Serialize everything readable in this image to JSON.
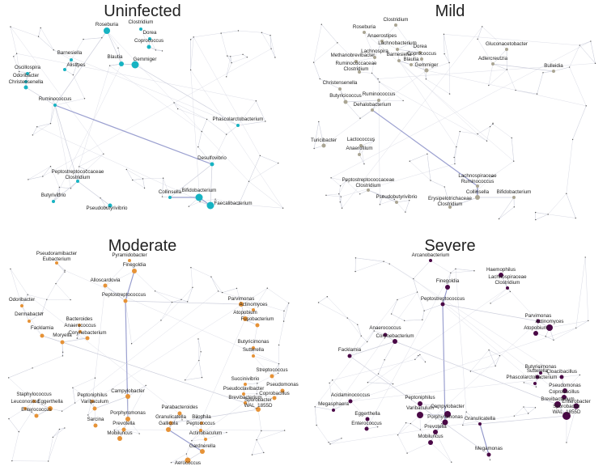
{
  "colors": {
    "uninfected": "#17b3c2",
    "mild": "#aaa593",
    "moderate": "#e69236",
    "severe": "#4a0846",
    "edge_light": "#c8cad8",
    "edge_strong": "#7a80c0",
    "dot": "#555555"
  },
  "panels": [
    {
      "id": "uninfected",
      "title": "Uninfected",
      "nodes": [
        {
          "id": "roseburia",
          "label": "Roseburia"
        },
        {
          "id": "clostridium",
          "label": "Clostridium"
        },
        {
          "id": "dorea",
          "label": "Dorea"
        },
        {
          "id": "coprococcus",
          "label": "Coprococcus"
        },
        {
          "id": "blautia",
          "label": "Blautia"
        },
        {
          "id": "gemmiger",
          "label": "Gemmiger"
        },
        {
          "id": "barnesiella",
          "label": "Barnesiella"
        },
        {
          "id": "alistipes",
          "label": "Alistipes"
        },
        {
          "id": "oscillospira",
          "label": "Oscillospira"
        },
        {
          "id": "odoribacter",
          "label": "Odoribacter"
        },
        {
          "id": "christensenella",
          "label": "Christensenella"
        },
        {
          "id": "ruminococcus",
          "label": "Ruminococcus"
        },
        {
          "id": "phascolarctobacterium",
          "label": "Phascolarctobacterium"
        },
        {
          "id": "desulfovibrio",
          "label": "Desulfovibrio"
        },
        {
          "id": "collinsella",
          "label": "Collinsella"
        },
        {
          "id": "bifidobacterium",
          "label": "Bifidobacterium"
        },
        {
          "id": "faecalibacterium",
          "label": "Faecalibacterium"
        },
        {
          "id": "pepto",
          "label": "Peptostreptococcaceae",
          "label2": "Clostridium"
        },
        {
          "id": "butyrivibrio",
          "label": "Butyrivibrio"
        },
        {
          "id": "pseudobutyrivibrio",
          "label": "Pseudobutyrivibrio"
        }
      ]
    },
    {
      "id": "mild",
      "title": "Mild",
      "nodes": [
        {
          "id": "clostridium",
          "label": "Clostridium"
        },
        {
          "id": "roseburia",
          "label": "Roseburia"
        },
        {
          "id": "anaerostipes",
          "label": "Anaerostipes"
        },
        {
          "id": "lachnobacterium",
          "label": "Lachnobacterium"
        },
        {
          "id": "dorea",
          "label": "Dorea"
        },
        {
          "id": "coprococcus",
          "label": "Coprococcus"
        },
        {
          "id": "gluconacetobacter",
          "label": "Gluconacetobacter"
        },
        {
          "id": "adlercreutzia",
          "label": "Adlercreutzia"
        },
        {
          "id": "methanobrevibacter",
          "label": "Methanobrevibacter"
        },
        {
          "id": "lachnospira",
          "label": "Lachnospira"
        },
        {
          "id": "barnesiella",
          "label": "Barnesiella"
        },
        {
          "id": "rumclos",
          "label": "Ruminococcaceae",
          "label2": "Clostridium"
        },
        {
          "id": "blautia",
          "label": "Blautia"
        },
        {
          "id": "gemmiger",
          "label": "Gemmiger"
        },
        {
          "id": "bulleidia",
          "label": "Bulleidia"
        },
        {
          "id": "christensenella",
          "label": "Christensenella"
        },
        {
          "id": "butyricicoccus",
          "label": "Butyricicoccus"
        },
        {
          "id": "ruminococcus",
          "label": "Ruminococcus"
        },
        {
          "id": "dehalobacterium",
          "label": "Dehalobacterium"
        },
        {
          "id": "turicibacter",
          "label": "Turicibacter"
        },
        {
          "id": "lactococcus",
          "label": "Lactococcus"
        },
        {
          "id": "anaerofilum",
          "label": "Anaerofilum"
        },
        {
          "id": "pepto",
          "label": "Peptostreptococcaceae",
          "label2": "Clostridium"
        },
        {
          "id": "lachrum",
          "label": "Lachnospiraceae",
          "label2": "Ruminococcus"
        },
        {
          "id": "collinsella",
          "label": "Collinsella"
        },
        {
          "id": "bifidobacterium",
          "label": "Bifidobacterium"
        },
        {
          "id": "pseudobutyrivibrio",
          "label": "Pseudobutyrivibrio"
        },
        {
          "id": "erysclos",
          "label": "Erysipelotrichaceae",
          "label2": "Clostridium"
        }
      ]
    },
    {
      "id": "moderate",
      "title": "Moderate",
      "nodes": [
        {
          "id": "pseudoramibacter",
          "label": "Pseudoramibacter",
          "label2": "Eubacterium"
        },
        {
          "id": "pyramidobacter",
          "label": "Pyramidobacter"
        },
        {
          "id": "finegoldia",
          "label": "Finegoldia"
        },
        {
          "id": "alloscardovia",
          "label": "Alloscardovia"
        },
        {
          "id": "peptostreptococcus",
          "label": "Peptostreptococcus"
        },
        {
          "id": "odoribacter",
          "label": "Odoribacter"
        },
        {
          "id": "bacteroides",
          "label": "Bacteroides"
        },
        {
          "id": "anaerococcus",
          "label": "Anaerococcus"
        },
        {
          "id": "corynebacterium",
          "label": "Corynebacterium"
        },
        {
          "id": "dermabacter",
          "label": "Dermabacter"
        },
        {
          "id": "facklamia",
          "label": "Facklamia"
        },
        {
          "id": "moryella",
          "label": "Moryella"
        },
        {
          "id": "parvimonas",
          "label": "Parvimonas"
        },
        {
          "id": "actinomyces",
          "label": "Actinomyces"
        },
        {
          "id": "atopobium",
          "label": "Atopobium"
        },
        {
          "id": "fusobacterium",
          "label": "Fusobacterium"
        },
        {
          "id": "butyricimonas",
          "label": "Butyricimonas"
        },
        {
          "id": "sutterella",
          "label": "Sutterella"
        },
        {
          "id": "streptococcus",
          "label": "Streptococcus"
        },
        {
          "id": "succinivibrio",
          "label": "Succinivibrio"
        },
        {
          "id": "pseudomonas",
          "label": "Pseudomonas"
        },
        {
          "id": "pseudoclavibacter",
          "label": "Pseudoclavibacter"
        },
        {
          "id": "coprobacillus",
          "label": "Coprobacillus"
        },
        {
          "id": "brevibacterium",
          "label": "Brevibacterium"
        },
        {
          "id": "sporobacter",
          "label": "Sporobacter",
          "label2": "WAL_1855D"
        },
        {
          "id": "staphylococcus",
          "label": "Staphylococcus"
        },
        {
          "id": "leuconostoc",
          "label": "Leuconostoc"
        },
        {
          "id": "eggerthella",
          "label": "Eggerthella"
        },
        {
          "id": "enterococcus",
          "label": "Enterococcus"
        },
        {
          "id": "peptoniphilus",
          "label": "Peptoniphilus"
        },
        {
          "id": "varibaculum",
          "label": "Varibaculum"
        },
        {
          "id": "campylobacter",
          "label": "Campylobacter"
        },
        {
          "id": "porphyromonas",
          "label": "Porphyromonas"
        },
        {
          "id": "sarcina",
          "label": "Sarcina"
        },
        {
          "id": "prevotella",
          "label": "Prevotella"
        },
        {
          "id": "mobiluncus",
          "label": "Mobiluncus"
        },
        {
          "id": "parabacteroides",
          "label": "Parabacteroides"
        },
        {
          "id": "granulicatella",
          "label": "Granulicatella"
        },
        {
          "id": "bilophila",
          "label": "Bilophila"
        },
        {
          "id": "gallicola",
          "label": "Gallicola"
        },
        {
          "id": "peptococcus",
          "label": "Peptococcus"
        },
        {
          "id": "actinobaculum",
          "label": "Actinobaculum"
        },
        {
          "id": "gardnerella",
          "label": "Gardnerella"
        },
        {
          "id": "aerococcus",
          "label": "Aerococcus"
        }
      ]
    },
    {
      "id": "severe",
      "title": "Severe",
      "nodes": [
        {
          "id": "arcanobacterium",
          "label": "Arcanobacterium"
        },
        {
          "id": "haemophilus",
          "label": "Haemophilus"
        },
        {
          "id": "finegoldia",
          "label": "Finegoldia"
        },
        {
          "id": "lachclos",
          "label": "Lachnospiraceae",
          "label2": "Clostridium"
        },
        {
          "id": "peptostreptococcus",
          "label": "Peptostreptococcus"
        },
        {
          "id": "parvimonas",
          "label": "Parvimonas"
        },
        {
          "id": "actinomyces",
          "label": "Actinomyces"
        },
        {
          "id": "atopobium",
          "label": "Atopobium"
        },
        {
          "id": "anaerococcus",
          "label": "Anaerococcus"
        },
        {
          "id": "corynebacterium",
          "label": "Corynebacterium"
        },
        {
          "id": "facklamia",
          "label": "Facklamia"
        },
        {
          "id": "butyricimonas",
          "label": "Butyricimonas"
        },
        {
          "id": "sutterella",
          "label": "Sutterella"
        },
        {
          "id": "cloacibacillus",
          "label": "Cloacibacillus"
        },
        {
          "id": "phascolarctobacterium",
          "label": "Phascolarctobacterium"
        },
        {
          "id": "pseudomonas",
          "label": "Pseudomonas"
        },
        {
          "id": "coprobacillus",
          "label": "Coprobacillus"
        },
        {
          "id": "enterobacter",
          "label": "Enterobacter"
        },
        {
          "id": "brevibacterium",
          "label": "Brevibacterium"
        },
        {
          "id": "sporobacter",
          "label": "Sporobacter",
          "label2": "WAL_1855D"
        },
        {
          "id": "acidaminococcus",
          "label": "Acidaminococcus"
        },
        {
          "id": "megasphaera",
          "label": "Megasphaera"
        },
        {
          "id": "eggerthella",
          "label": "Eggerthella"
        },
        {
          "id": "enterococcus",
          "label": "Enterococcus"
        },
        {
          "id": "peptoniphilus",
          "label": "Peptoniphilus"
        },
        {
          "id": "campylobacter",
          "label": "Campylobacter"
        },
        {
          "id": "varibaculum",
          "label": "Varibaculum"
        },
        {
          "id": "porphyromonas",
          "label": "Porphyromonas"
        },
        {
          "id": "prevotella",
          "label": "Prevotella"
        },
        {
          "id": "mobiluncus",
          "label": "Mobiluncus"
        },
        {
          "id": "granulicatella",
          "label": "Granulicatella"
        },
        {
          "id": "megamonas",
          "label": "Megamonas"
        }
      ]
    }
  ]
}
